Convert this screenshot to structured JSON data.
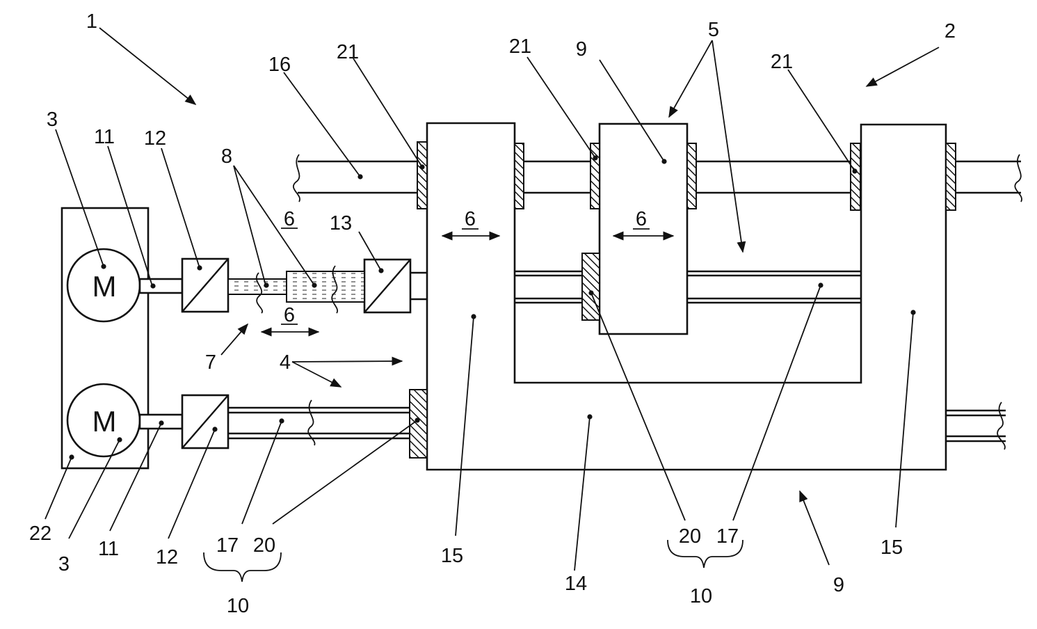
{
  "labels": {
    "device": "1",
    "machine": "2",
    "motor_ref_top": "3",
    "motor_ref_bottom": "3",
    "drive_unit": "4",
    "drive_unit_b": "4",
    "axes": "5",
    "axes_b": "5",
    "motion_housing": "6",
    "motion_slide": "6",
    "motion_shaft": "6",
    "motion_fluid": "6",
    "hydraulic": "7",
    "fluid_lines": "8",
    "slide_top": "9",
    "base_bottom": "9",
    "guide_group_left": "10",
    "guide_group_right": "10",
    "shaft_top": "11",
    "shaft_bottom": "11",
    "converter_top": "12",
    "converter_bottom": "12",
    "cylinder": "13",
    "frame_base": "14",
    "column_left": "15",
    "column_right": "15",
    "rod_top": "16",
    "guide_left": "17",
    "guide_right": "17",
    "bearing_left": "20",
    "bearing_right": "20",
    "seal_left": "21",
    "seal_mid": "21",
    "seal_right": "21",
    "housing": "22"
  },
  "motors": {
    "top": "M",
    "bottom": "M"
  }
}
